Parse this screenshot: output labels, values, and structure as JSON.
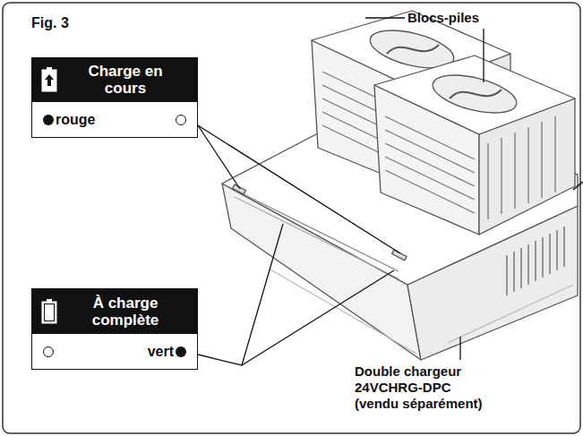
{
  "diagram": {
    "title": "Fig. 3",
    "nodes": [
      {
        "text": [
          "Charge en cours",
          "rouge"
        ]
      },
      {
        "text": [
          "À charge complète",
          "vert"
        ]
      }
    ],
    "labels": [
      "Blocs-piles",
      "Double chargeur 24VCHRG-DPC (vendu séparément)"
    ]
  }
}
